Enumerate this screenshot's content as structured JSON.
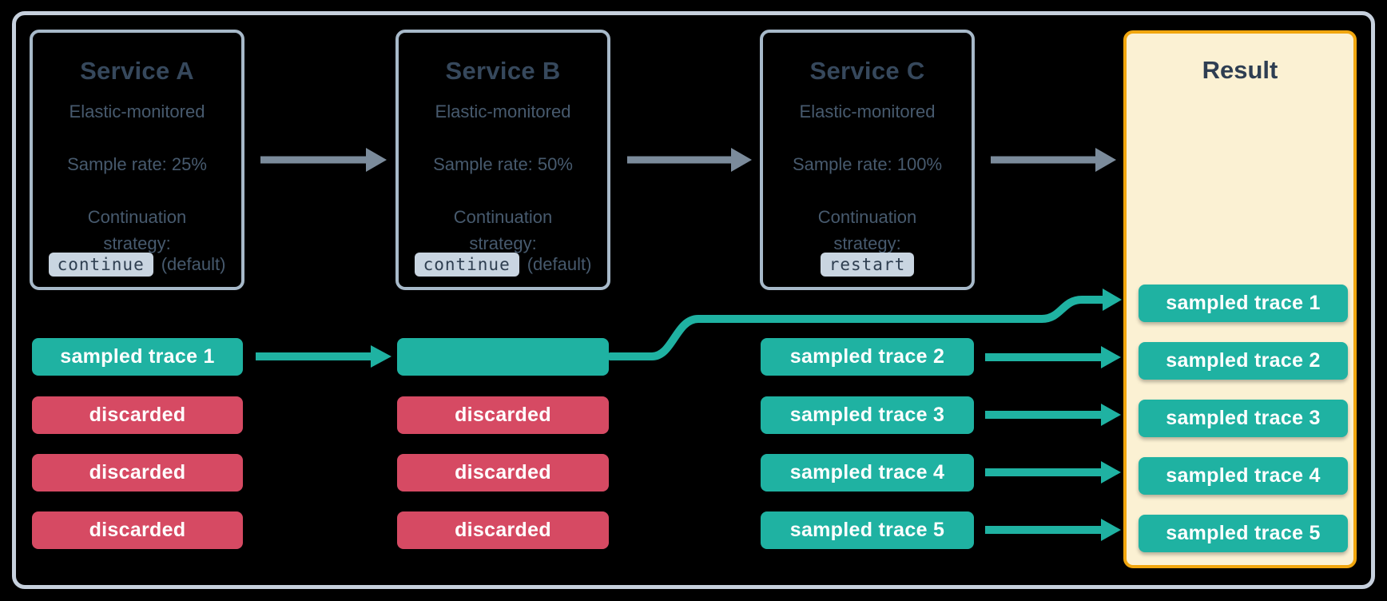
{
  "services": [
    {
      "title": "Service A",
      "subtitle": "Elastic-monitored",
      "sample_rate": "Sample rate: 25%",
      "continuation_line1": "Continuation",
      "continuation_line2": "strategy:",
      "strategy_chip": "continue",
      "strategy_suffix": "(default)"
    },
    {
      "title": "Service B",
      "subtitle": "Elastic-monitored",
      "sample_rate": "Sample rate: 50%",
      "continuation_line1": "Continuation",
      "continuation_line2": "strategy:",
      "strategy_chip": "continue",
      "strategy_suffix": "(default)"
    },
    {
      "title": "Service C",
      "subtitle": "Elastic-monitored",
      "sample_rate": "Sample rate: 100%",
      "continuation_line1": "Continuation",
      "continuation_line2": "strategy:",
      "strategy_chip": "restart",
      "strategy_suffix": ""
    }
  ],
  "lanes": {
    "a": [
      {
        "label": "sampled trace 1"
      },
      {
        "label": "discarded"
      },
      {
        "label": "discarded"
      },
      {
        "label": "discarded"
      }
    ],
    "b": [
      {
        "label": ""
      },
      {
        "label": "discarded"
      },
      {
        "label": "discarded"
      },
      {
        "label": "discarded"
      }
    ],
    "c": [
      {
        "label": "sampled trace 2"
      },
      {
        "label": "sampled trace 3"
      },
      {
        "label": "sampled trace 4"
      },
      {
        "label": "sampled trace 5"
      }
    ]
  },
  "result": {
    "title": "Result",
    "pills": [
      "sampled trace 1",
      "sampled trace 2",
      "sampled trace 3",
      "sampled trace 4",
      "sampled trace 5"
    ]
  },
  "colors": {
    "teal": "#1fb2a2",
    "red": "#d64a63",
    "arrow_gray": "#7b8b9b",
    "frame_border": "#c6d0dd",
    "service_border": "#a7b9c9",
    "result_bg": "#fbf1d3",
    "result_border": "#f1a60e",
    "title_text": "#36485c",
    "body_text": "#475a6e",
    "chip_bg": "#c9d5e1",
    "pill_text": "#ffffff"
  }
}
